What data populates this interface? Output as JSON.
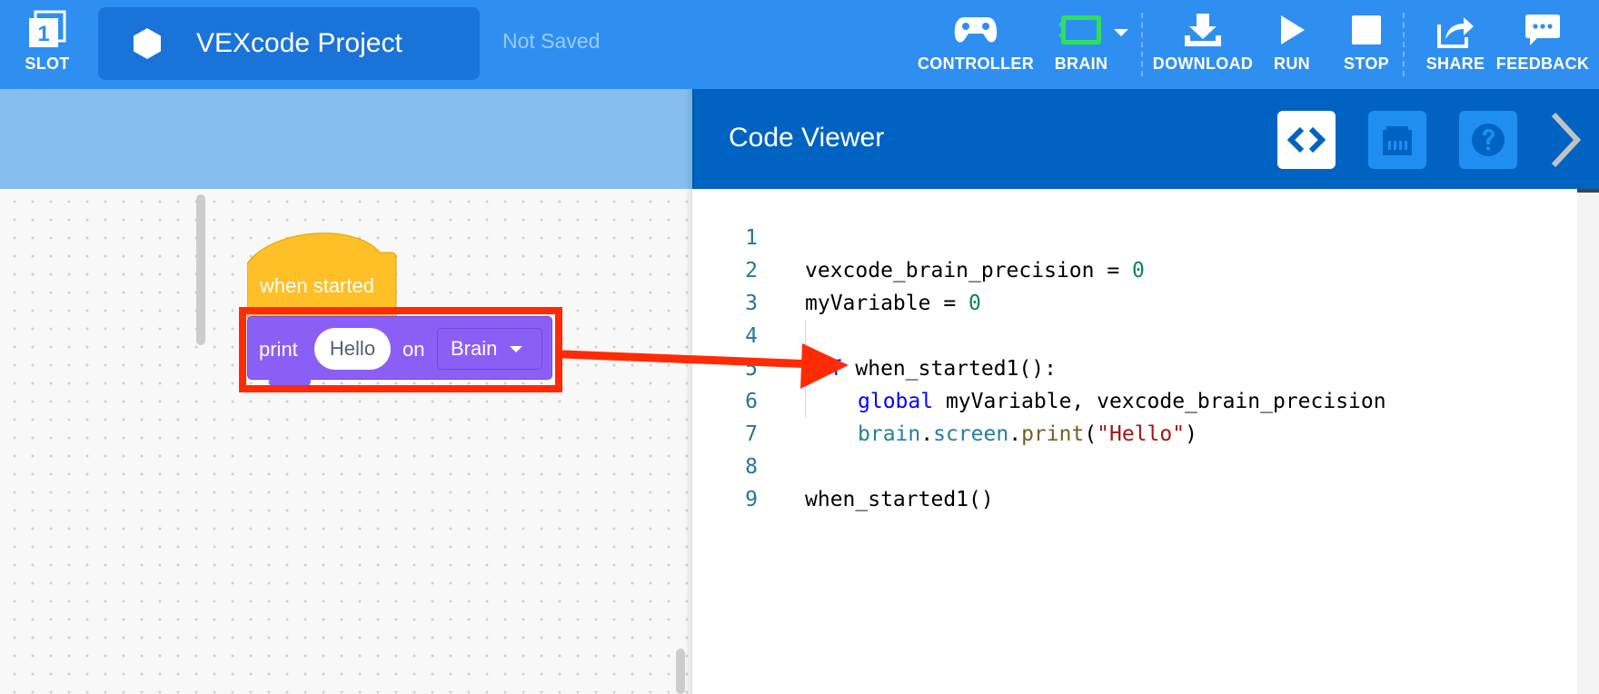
{
  "toolbar": {
    "slot_number": "1",
    "slot_label": "SLOT",
    "project_name": "VEXcode Project",
    "save_status": "Not Saved",
    "buttons": [
      {
        "label": "CONTROLLER",
        "icon": "gamepad-icon"
      },
      {
        "label": "BRAIN",
        "icon": "brain-screen-icon"
      },
      {
        "label": "DOWNLOAD",
        "icon": "download-icon"
      },
      {
        "label": "RUN",
        "icon": "play-icon"
      },
      {
        "label": "STOP",
        "icon": "stop-icon"
      },
      {
        "label": "SHARE",
        "icon": "share-icon"
      },
      {
        "label": "FEEDBACK",
        "icon": "feedback-icon"
      }
    ],
    "colors": {
      "bar": "#2f8ff0",
      "project_box": "#1a73d9",
      "brain_indicator": "#2ee05a"
    }
  },
  "blocks": {
    "hat_label": "when started",
    "print_label": "print",
    "print_value": "Hello",
    "on_label": "on",
    "device_value": "Brain",
    "colors": {
      "hat": "#ffbf26",
      "looks": "#8b5ff6",
      "highlight": "#ff2b06"
    }
  },
  "code_viewer": {
    "title": "Code Viewer",
    "buttons": [
      "code-icon",
      "device-port-icon",
      "help-icon",
      "collapse-chevron-icon"
    ],
    "lines": [
      {
        "n": "1"
      },
      {
        "n": "2"
      },
      {
        "n": "3"
      },
      {
        "n": "4"
      },
      {
        "n": "5"
      },
      {
        "n": "6"
      },
      {
        "n": "7"
      },
      {
        "n": "8"
      },
      {
        "n": "9"
      }
    ],
    "tokens": {
      "l1_a": "vexcode_brain_precision = ",
      "l1_b": "0",
      "l2_a": "myVariable = ",
      "l2_b": "0",
      "l4_kw": "def",
      "l4_rest": " when_started1():",
      "l5_kw": "global",
      "l5_rest": " myVariable, vexcode_brain_precision",
      "l6_obj1": "brain",
      "l6_dot1": ".",
      "l6_obj2": "screen",
      "l6_dot2": ".",
      "l6_fn": "print",
      "l6_p1": "(",
      "l6_str": "\"Hello\"",
      "l6_p2": ")",
      "l8": "when_started1()"
    }
  }
}
